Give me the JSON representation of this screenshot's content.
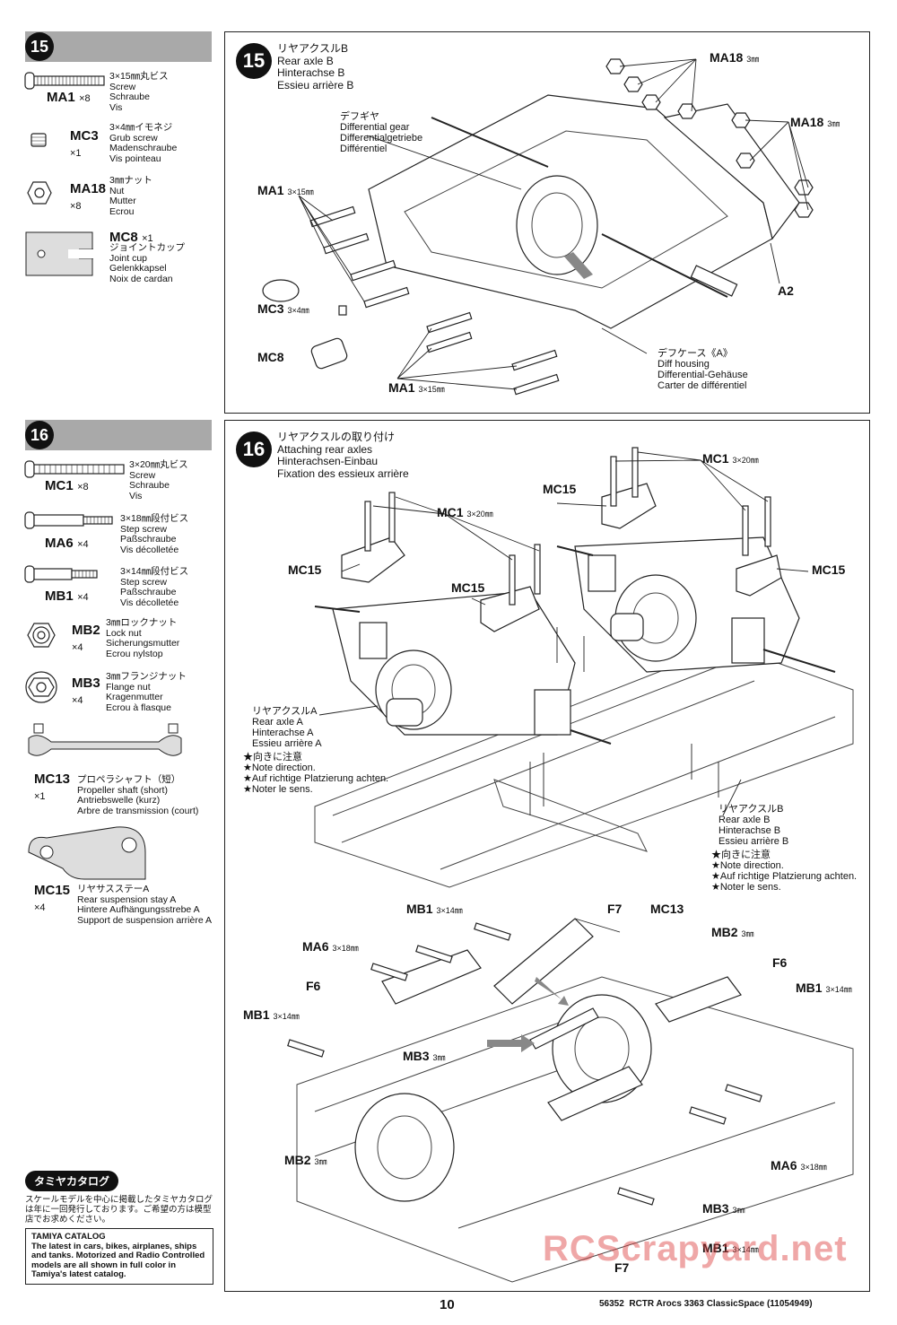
{
  "step15": {
    "number": "15",
    "parts": [
      {
        "code": "MA1",
        "qty": "×8",
        "desc": "3×15㎜丸ビス\nScrew\nSchraube\nVis",
        "icon": "screw-icon"
      },
      {
        "code": "MC3",
        "qty": "×1",
        "desc": "3×4㎜イモネジ\nGrub screw\nMadenschraube\nVis pointeau",
        "icon": "grub-screw-icon"
      },
      {
        "code": "MA18",
        "qty": "×8",
        "desc": "3㎜ナット\nNut\nMutter\nEcrou",
        "icon": "nut-icon"
      },
      {
        "code": "MC8",
        "qty": "×1",
        "desc": "ジョイントカップ\nJoint cup\nGelenkkapsel\nNoix de cardan",
        "icon": "joint-cup-icon"
      }
    ],
    "title": "リヤアクスルB\nRear axle B\nHinterachse B\nEssieu arrière B",
    "labels": {
      "ma18_a": "MA18",
      "ma18_a_size": "3㎜",
      "ma18_b": "MA18",
      "ma18_b_size": "3㎜",
      "diff_gear": "デフギヤ\nDifferential gear\nDifferentialgetriebe\nDifférentiel",
      "ma1_a": "MA1",
      "ma1_a_size": "3×15㎜",
      "mc3": "MC3",
      "mc3_size": "3×4㎜",
      "mc8": "MC8",
      "a2": "A2",
      "diff_housing": "デフケース《A》\nDiff housing\nDifferential-Gehäuse\nCarter de différentiel",
      "ma1_b": "MA1",
      "ma1_b_size": "3×15㎜"
    }
  },
  "step16": {
    "number": "16",
    "parts": [
      {
        "code": "MC1",
        "qty": "×8",
        "desc": "3×20㎜丸ビス\nScrew\nSchraube\nVis",
        "icon": "long-screw-icon"
      },
      {
        "code": "MA6",
        "qty": "×4",
        "desc": "3×18㎜段付ビス\nStep screw\nPaßschraube\nVis décolletée",
        "icon": "step-screw-icon"
      },
      {
        "code": "MB1",
        "qty": "×4",
        "desc": "3×14㎜段付ビス\nStep screw\nPaßschraube\nVis décolletée",
        "icon": "short-step-screw-icon"
      },
      {
        "code": "MB2",
        "qty": "×4",
        "desc": "3㎜ロックナット\nLock nut\nSicherungsmutter\nEcrou nylstop",
        "icon": "lock-nut-icon"
      },
      {
        "code": "MB3",
        "qty": "×4",
        "desc": "3㎜フランジナット\nFlange nut\nKragenmutter\nEcrou à flasque",
        "icon": "flange-nut-icon"
      },
      {
        "code": "MC13",
        "qty": "×1",
        "desc": "プロペラシャフト（短）\nPropeller shaft (short)\nAntriebswelle (kurz)\nArbre de transmission (court)",
        "icon": "propeller-shaft-icon"
      },
      {
        "code": "MC15",
        "qty": "×4",
        "desc": "リヤサスステーA\nRear suspension stay A\nHintere Aufhängungsstrebe A\nSupport de suspension arrière A",
        "icon": "suspension-stay-icon"
      }
    ],
    "title": "リヤアクスルの取り付け\nAttaching rear axles\nHinterachsen-Einbau\nFixation des essieux arrière",
    "labels": {
      "mc1_a": "MC1",
      "mc1_a_size": "3×20㎜",
      "mc1_b": "MC1",
      "mc1_b_size": "3×20㎜",
      "mc15_a": "MC15",
      "mc15_b": "MC15",
      "mc15_c": "MC15",
      "mc15_d": "MC15",
      "axle_a": "リヤアクスルA\nRear axle A\nHinterachse A\nEssieu arrière A",
      "note_a": "★向きに注意\n★Note direction.\n★Auf richtige Platzierung achten.\n★Noter le sens.",
      "axle_b": "リヤアクスルB\nRear axle B\nHinterachse B\nEssieu arrière B",
      "note_b": "★向きに注意\n★Note direction.\n★Auf richtige Platzierung achten.\n★Noter le sens.",
      "mb1_a": "MB1",
      "mb1_a_size": "3×14㎜",
      "f7_a": "F7",
      "mc13": "MC13",
      "ma6_a": "MA6",
      "ma6_a_size": "3×18㎜",
      "mb2_a": "MB2",
      "mb2_a_size": "3㎜",
      "f6_a": "F6",
      "f6_b": "F6",
      "mb1_b": "MB1",
      "mb1_b_size": "3×14㎜",
      "mb1_c": "MB1",
      "mb1_c_size": "3×14㎜",
      "mb3_a": "MB3",
      "mb3_a_size": "3㎜",
      "mb2_b": "MB2",
      "mb2_b_size": "3㎜",
      "ma6_b": "MA6",
      "ma6_b_size": "3×18㎜",
      "mb3_b": "MB3",
      "mb3_b_size": "3㎜",
      "mb1_d": "MB1",
      "mb1_d_size": "3×14㎜",
      "f7_b": "F7"
    }
  },
  "catalog": {
    "heading": "タミヤカタログ",
    "jp_text": "スケールモデルを中心に掲載したタミヤカタログは年に一回発行しております。ご希望の方は模型店でお求めください。",
    "en_title": "TAMIYA CATALOG",
    "en_text": "The latest in cars, bikes, airplanes, ships and tanks. Motorized and Radio Controlled models are all shown in full color in Tamiya's latest catalog."
  },
  "footer": {
    "page_number": "10",
    "model": "56352  RCTR Arocs 3363 ClassicSpace (11054949)"
  },
  "watermark": "RCScrapyard.net"
}
